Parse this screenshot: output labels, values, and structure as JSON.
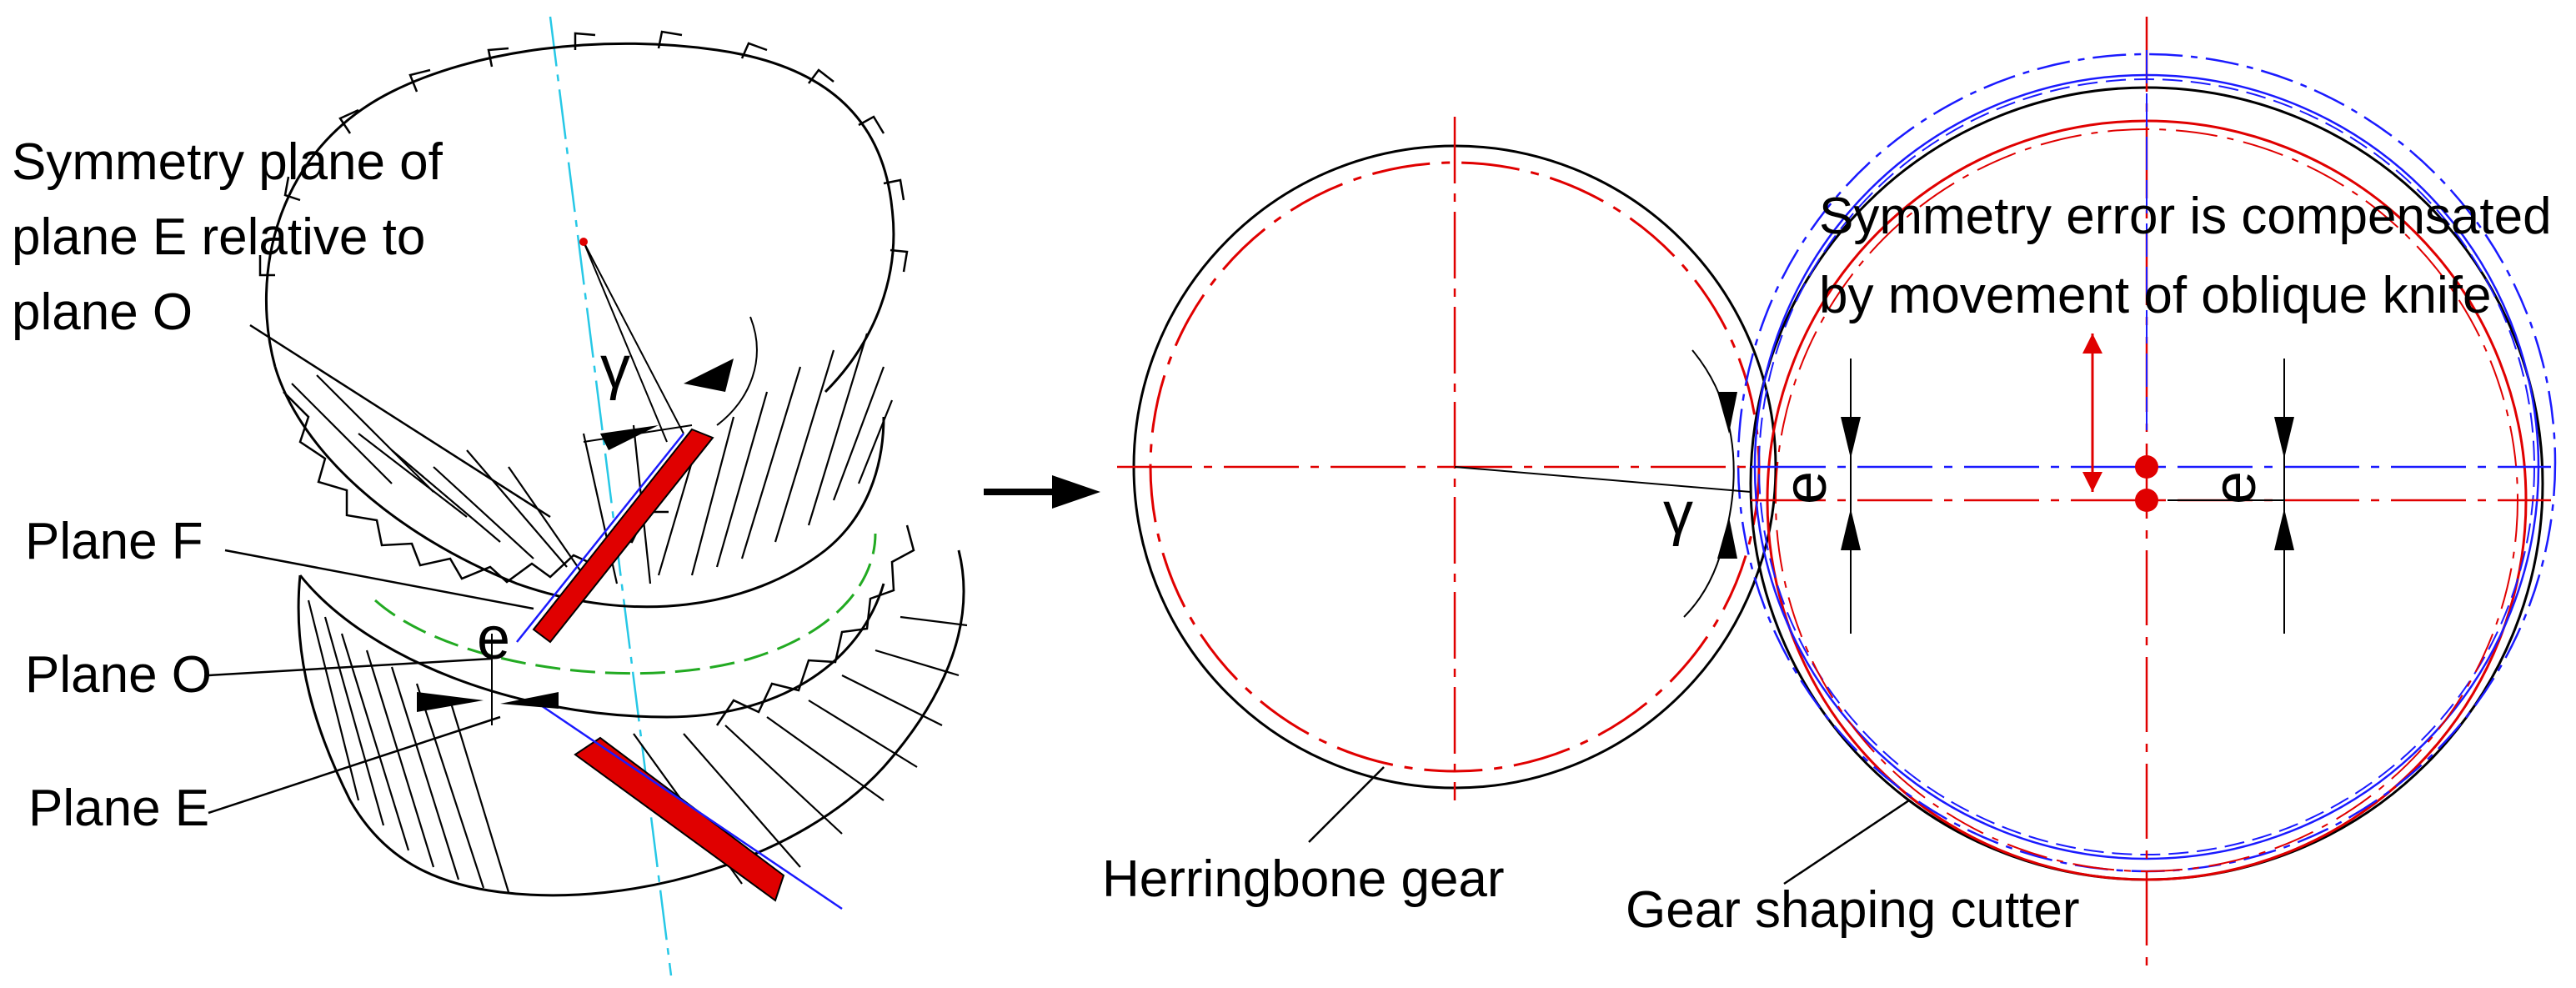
{
  "left_view": {
    "labels": {
      "symmetry_plane_line1": "Symmetry plane of",
      "symmetry_plane_line2": "plane E relative to",
      "symmetry_plane_line3": "plane O",
      "plane_f": "Plane F",
      "plane_o": "Plane O",
      "plane_e": "Plane E"
    },
    "symbols": {
      "gamma": "γ",
      "e": "e"
    }
  },
  "right_view": {
    "labels": {
      "note_line1": "Symmetry error is compensated",
      "note_line2": "by movement of oblique knife",
      "herringbone_gear": "Herringbone gear",
      "gear_shaping_cutter": "Gear shaping cutter"
    },
    "symbols": {
      "gamma": "γ",
      "e_left": "e",
      "e_right": "e"
    }
  },
  "colors": {
    "red": "#e00000",
    "blue": "#1a1aff",
    "cyan": "#27c8e6",
    "green": "#22aa22",
    "black": "#000000"
  }
}
